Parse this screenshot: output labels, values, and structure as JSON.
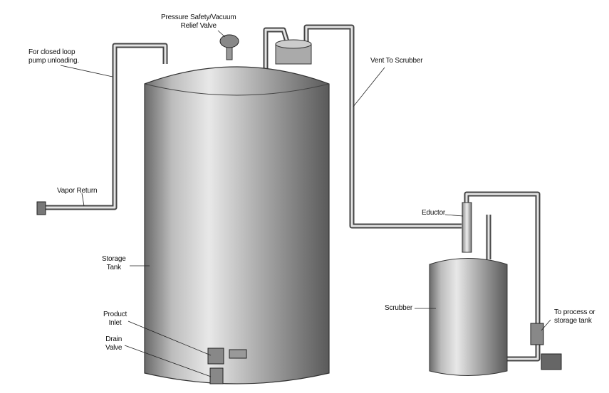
{
  "labels": {
    "closed_loop": [
      "For closed loop",
      "pump unloading."
    ],
    "relief_valve": [
      "Pressure Safety/Vacuum",
      "Relief Valve"
    ],
    "vent": "Vent To Scrubber",
    "vapor_return": "Vapor Return",
    "eductor": "Eductor",
    "storage_tank": [
      "Storage",
      "Tank"
    ],
    "product_inlet": [
      "Product",
      "Inlet"
    ],
    "drain_valve": [
      "Drain",
      "Valve"
    ],
    "scrubber": "Scrubber",
    "to_process": [
      "To process or",
      "storage tank"
    ]
  }
}
